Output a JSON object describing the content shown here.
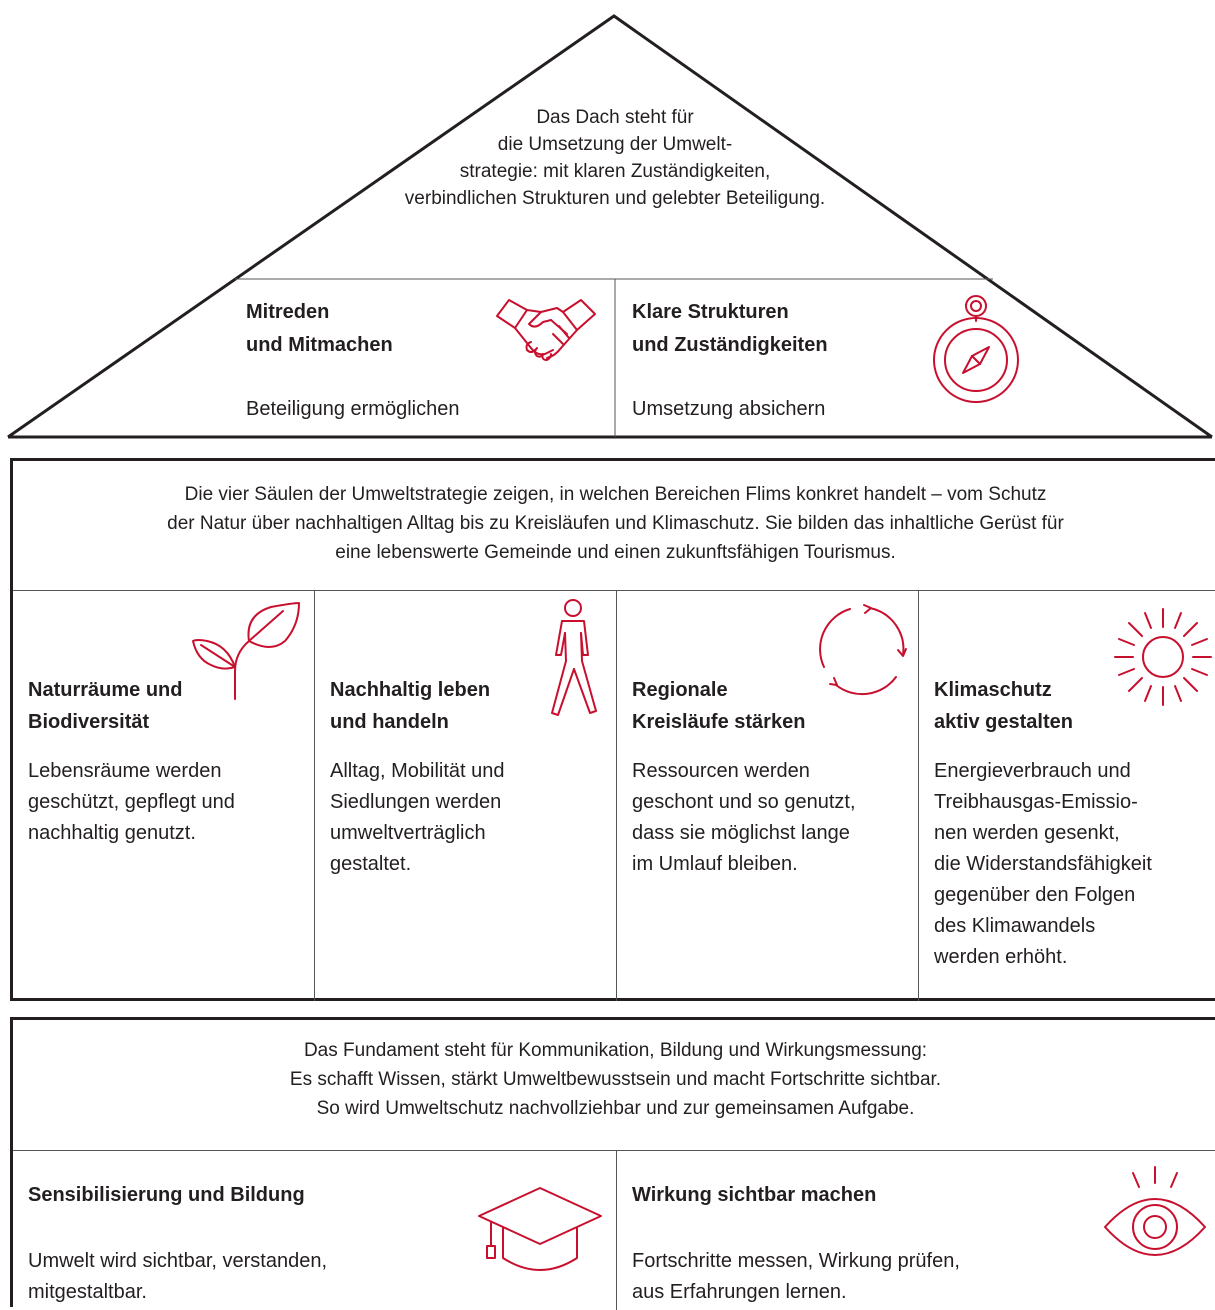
{
  "roof": {
    "intro_lines": [
      "Das Dach steht für",
      "die Umsetzung der Umwelt-",
      "strategie: mit klaren Zuständigkeiten,",
      "verbindlichen Strukturen und gelebter Beteiligung."
    ],
    "cards": [
      {
        "title_lines": [
          "Mitreden",
          "und Mitmachen"
        ],
        "text": "Beteiligung ermöglichen",
        "icon": "handshake-icon"
      },
      {
        "title_lines": [
          "Klare Strukturen",
          "und Zuständigkeiten"
        ],
        "text": "Umsetzung absichern",
        "icon": "compass-icon"
      }
    ]
  },
  "pillars": {
    "intro_lines": [
      "Die vier Säulen der Umweltstrategie zeigen, in welchen Bereichen Flims konkret handelt – vom Schutz",
      "der Natur über nachhaltigen Alltag bis zu Kreisläufen und Klimaschutz. Sie bilden das inhaltliche Gerüst für",
      "eine lebenswerte Gemeinde und einen zukunftsfähigen Tourismus."
    ],
    "items": [
      {
        "title_lines": [
          "Naturräume und",
          "Biodiversität"
        ],
        "text_lines": [
          "Lebensräume werden",
          "geschützt, gepflegt und",
          "nachhaltig genutzt."
        ],
        "icon": "sprout-icon"
      },
      {
        "title_lines": [
          "Nachhaltig leben",
          "und handeln"
        ],
        "text_lines": [
          "Alltag, Mobilität und",
          "Siedlungen werden",
          "umweltverträglich",
          "gestaltet."
        ],
        "icon": "walking-person-icon"
      },
      {
        "title_lines": [
          "Regionale",
          "Kreisläufe stärken"
        ],
        "text_lines": [
          "Ressourcen werden",
          "geschont und so genutzt,",
          "dass sie möglichst lange",
          "im Umlauf bleiben."
        ],
        "icon": "cycle-arrows-icon"
      },
      {
        "title_lines": [
          "Klimaschutz",
          "aktiv gestalten"
        ],
        "text_lines": [
          "Energieverbrauch und",
          "Treibhausgas-Emissio-",
          "nen werden gesenkt,",
          "die Widerstandsfähigkeit",
          "gegenüber den Folgen",
          "des Klimawandels",
          "werden erhöht."
        ],
        "icon": "sun-icon"
      }
    ]
  },
  "foundation": {
    "intro_lines": [
      "Das Fundament steht für Kommunikation, Bildung und Wirkungsmessung:",
      "Es schafft Wissen, stärkt Umweltbewusstsein und macht Fortschritte sichtbar.",
      "So wird Umweltschutz nachvollziehbar und zur gemeinsamen Aufgabe."
    ],
    "cards": [
      {
        "title": "Sensibilisierung und Bildung",
        "text_lines": [
          "Umwelt wird sichtbar, verstanden,",
          "mitgestaltbar."
        ],
        "icon": "graduation-cap-icon"
      },
      {
        "title": "Wirkung sichtbar machen",
        "text_lines": [
          "Fortschritte messen, Wirkung prüfen,",
          "aus Erfahrungen lernen."
        ],
        "icon": "eye-icon"
      }
    ]
  },
  "colors": {
    "accent": "#c8102e",
    "text": "#231f20",
    "lines": "#231f20"
  }
}
